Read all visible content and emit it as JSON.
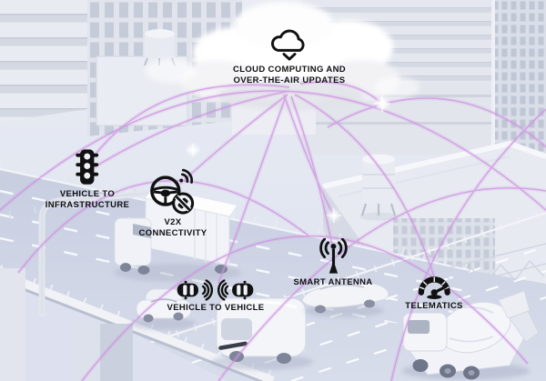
{
  "scene_type": "connected-vehicle-city-illustration",
  "annotations": {
    "cloud": {
      "icon": "cloud-download-icon",
      "line1": "CLOUD COMPUTING AND",
      "line2": "OVER-THE-AIR UPDATES"
    },
    "v2i": {
      "icon": "traffic-light-icon",
      "line1": "VEHICLE TO",
      "line2": "INFRASTRUCTURE"
    },
    "v2x": {
      "icon": "steering-wheel-connectivity-icon",
      "line1": "V2X",
      "line2": "CONNECTIVITY"
    },
    "smart_antenna": {
      "icon": "antenna-broadcast-icon",
      "label": "SMART ANTENNA"
    },
    "v2v": {
      "icon": "car-to-car-signal-icon",
      "label": "VEHICLE TO VEHICLE"
    },
    "telematics": {
      "icon": "speedometer-icon",
      "label": "TELEMATICS"
    }
  },
  "colors": {
    "connection_arc": "#cf92e2",
    "label_text": "#101013",
    "scene_base": "#e6e9f1"
  }
}
